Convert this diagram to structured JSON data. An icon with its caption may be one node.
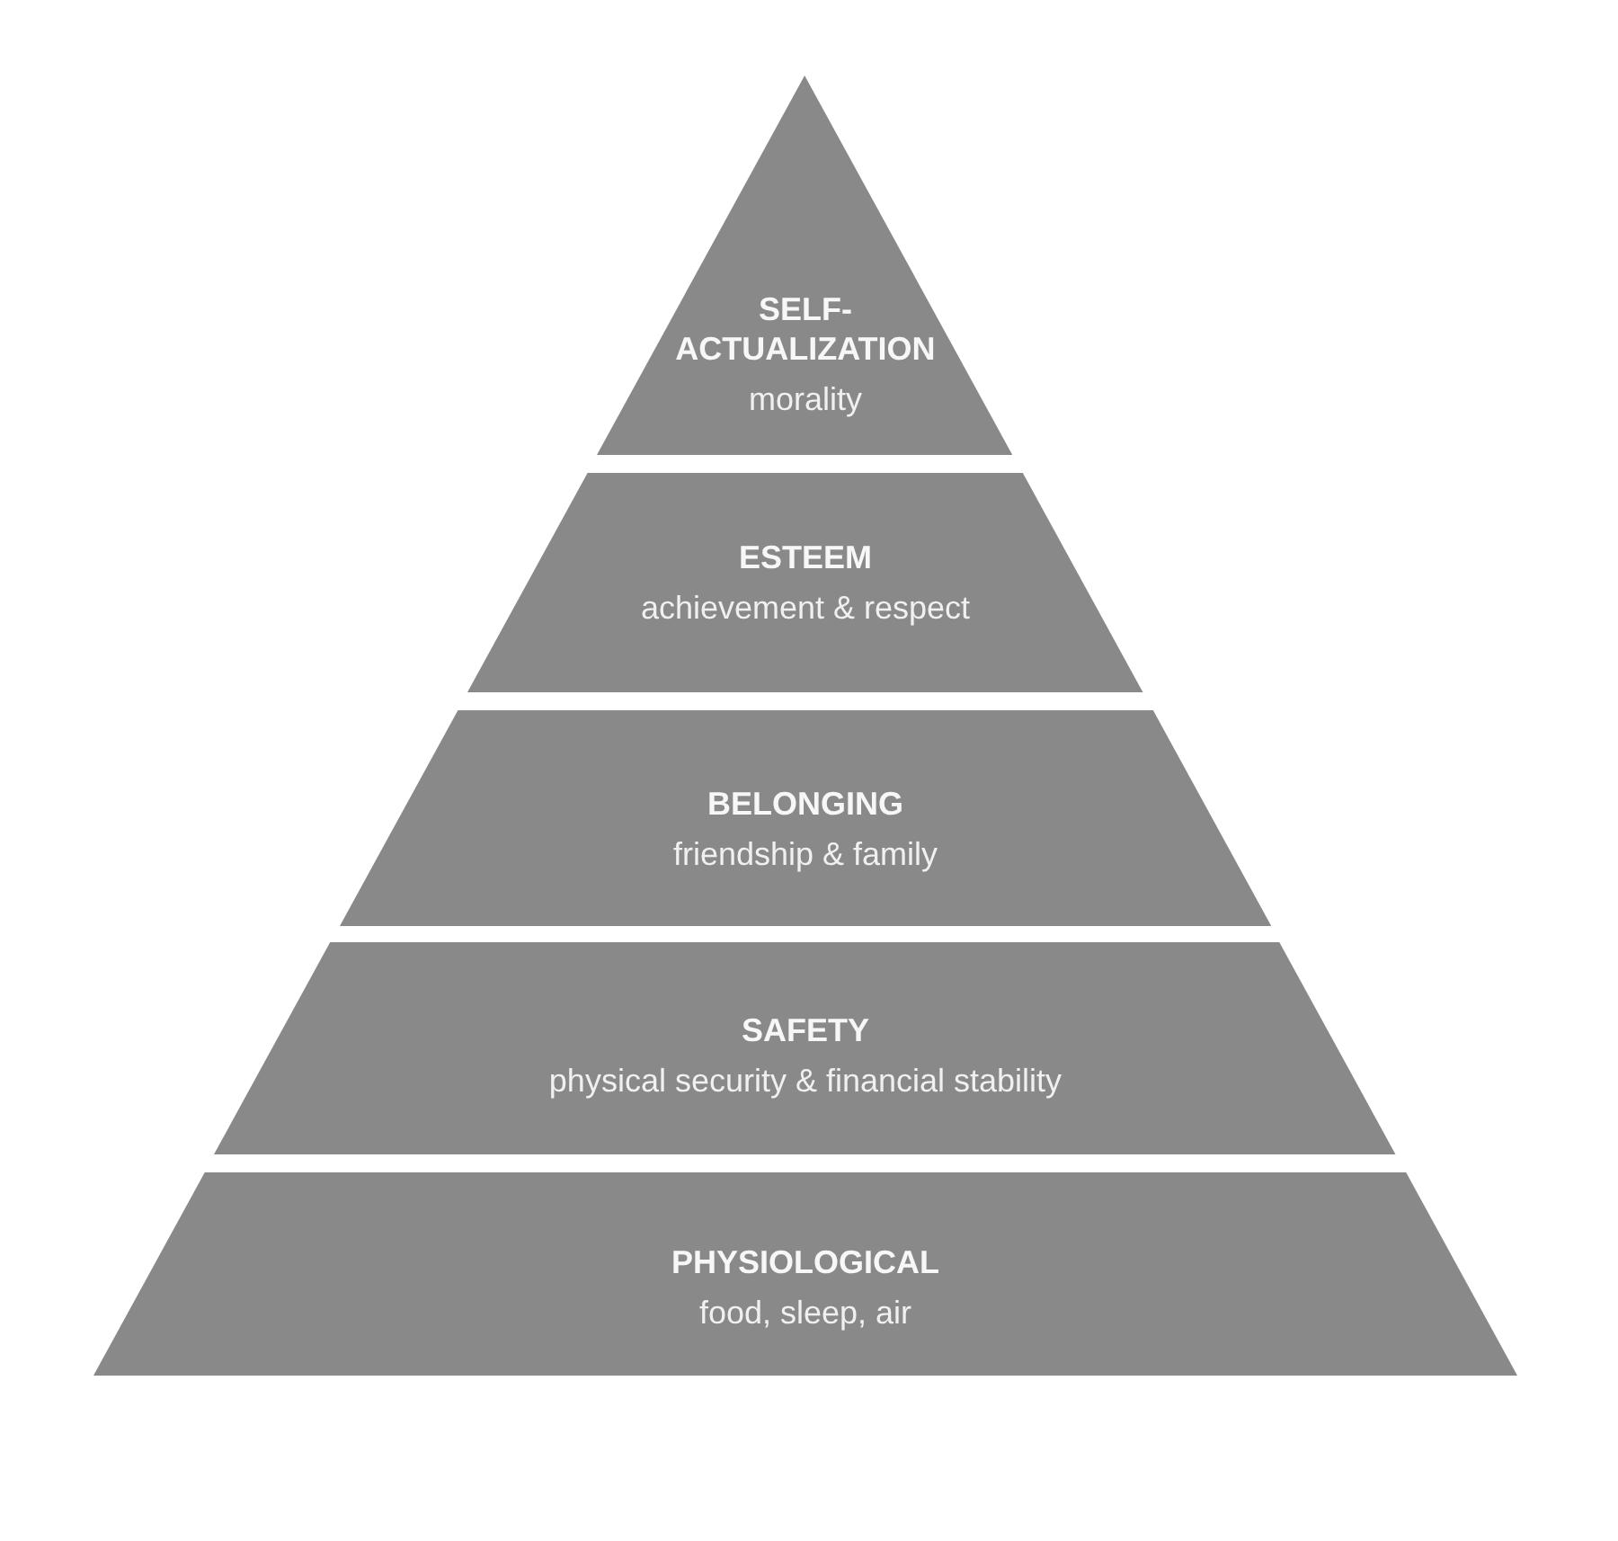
{
  "diagram": {
    "nodes": [
      {
        "text": [
          "SELF- ACTUALIZATION",
          "morality"
        ]
      },
      {
        "text": [
          "ESTEEM",
          "achievement & respect"
        ]
      },
      {
        "text": [
          "BELONGING",
          "friendship & family"
        ]
      },
      {
        "text": [
          "SAFETY",
          "physical security & financial stability"
        ]
      },
      {
        "text": [
          "PHYSIOLOGICAL",
          "food, sleep, air"
        ]
      }
    ]
  }
}
